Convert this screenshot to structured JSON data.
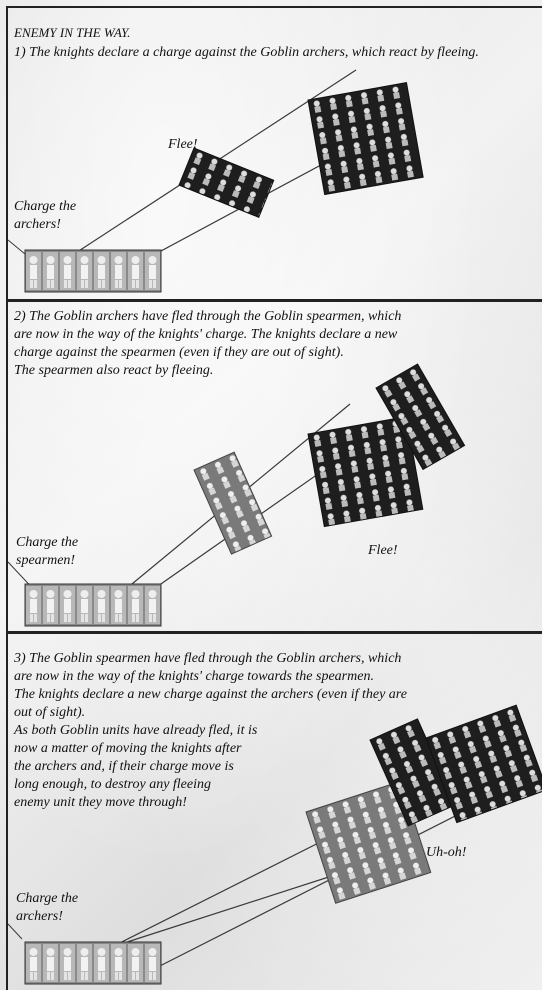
{
  "heading": "ENEMY IN THE WAY.",
  "panels": [
    {
      "text": "1) The knights declare a charge against the Goblin archers, which react by fleeing.",
      "labels": {
        "flee": "Flee!",
        "charge_line1": "Charge the",
        "charge_line2": "archers!"
      }
    },
    {
      "text_lines": [
        "2) The Goblin archers have fled through the Goblin spearmen, which",
        "are now in the way of the knights' charge. The knights declare a new",
        "charge against the spearmen (even if they are out of sight).",
        "The spearmen also react by fleeing."
      ],
      "labels": {
        "flee": "Flee!",
        "charge_line1": "Charge the",
        "charge_line2": "spearmen!"
      }
    },
    {
      "text_lines": [
        "3) The Goblin spearmen have fled through the Goblin archers, which",
        "are now in the way of the knights' charge towards the spearmen.",
        "The knights declare a new charge against the archers (even if they are",
        "out of sight).",
        "As both Goblin units have already fled, it is",
        "now a matter of moving the knights after",
        "the archers and, if their charge move is",
        "long enough, to destroy any fleeing",
        "enemy unit they move through!"
      ],
      "labels": {
        "uhoh": "Uh-oh!",
        "charge_line1": "Charge the",
        "charge_line2": "archers!"
      }
    }
  ],
  "colors": {
    "border": "#222222",
    "unit_dark": "#1e1e1e",
    "unit_grey": "#7a7a7a",
    "knights": "#8a8a8a",
    "line": "#3a3a3a"
  }
}
